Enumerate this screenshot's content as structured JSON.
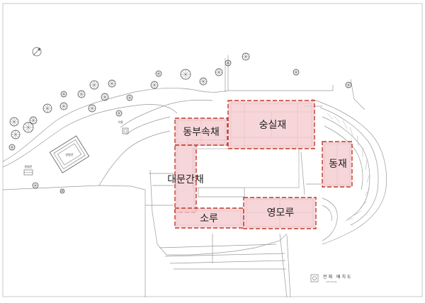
{
  "colors": {
    "zone_fill": "#f4c8cc",
    "zone_stroke": "#c0392b",
    "line": "#888888",
    "frame": "#bbbbbb"
  },
  "buildings": [
    {
      "id": "dongbusokchae",
      "label": "동부속채"
    },
    {
      "id": "sungsiljae",
      "label": "숭실재"
    },
    {
      "id": "dongjae",
      "label": "동재"
    },
    {
      "id": "daemunganchae",
      "label": "대문간채"
    },
    {
      "id": "soru",
      "label": "소루"
    },
    {
      "id": "yeongmoru",
      "label": "영모루"
    }
  ],
  "small_labels": {
    "pavilion": "방형전",
    "gate_left": "원형문",
    "well": "우물"
  },
  "legend": {
    "title": "전체 배치도",
    "subtitle": "SITE PLAN"
  },
  "icons": [
    "north-arrow-icon",
    "tree-icon",
    "legend-mark-icon"
  ]
}
